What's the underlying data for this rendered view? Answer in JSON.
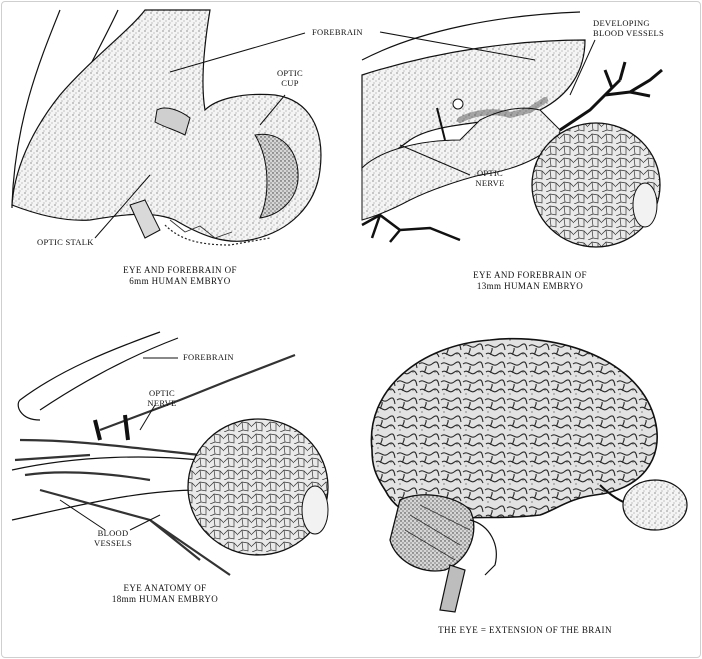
{
  "panels": {
    "p1": {
      "labels": {
        "forebrain": "FOREBRAIN",
        "optic_cup_1": "OPTIC",
        "optic_cup_2": "CUP",
        "optic_stalk": "OPTIC STALK"
      },
      "caption": [
        "EYE AND FOREBRAIN OF",
        "6mm HUMAN EMBRYO"
      ]
    },
    "p2": {
      "labels": {
        "developing_1": "DEVELOPING",
        "developing_2": "BLOOD VESSELS",
        "optic_nerve_1": "OPTIC",
        "optic_nerve_2": "NERVE"
      },
      "caption": [
        "EYE AND FOREBRAIN OF",
        "13mm HUMAN EMBRYO"
      ]
    },
    "p3": {
      "labels": {
        "forebrain": "FOREBRAIN",
        "optic_nerve_1": "OPTIC",
        "optic_nerve_2": "NERVE",
        "blood_1": "BLOOD",
        "blood_2": "VESSELS"
      },
      "caption": [
        "EYE ANATOMY OF",
        "18mm HUMAN EMBRYO"
      ]
    },
    "p4": {
      "caption": [
        "THE EYE = EXTENSION OF THE BRAIN"
      ]
    }
  }
}
